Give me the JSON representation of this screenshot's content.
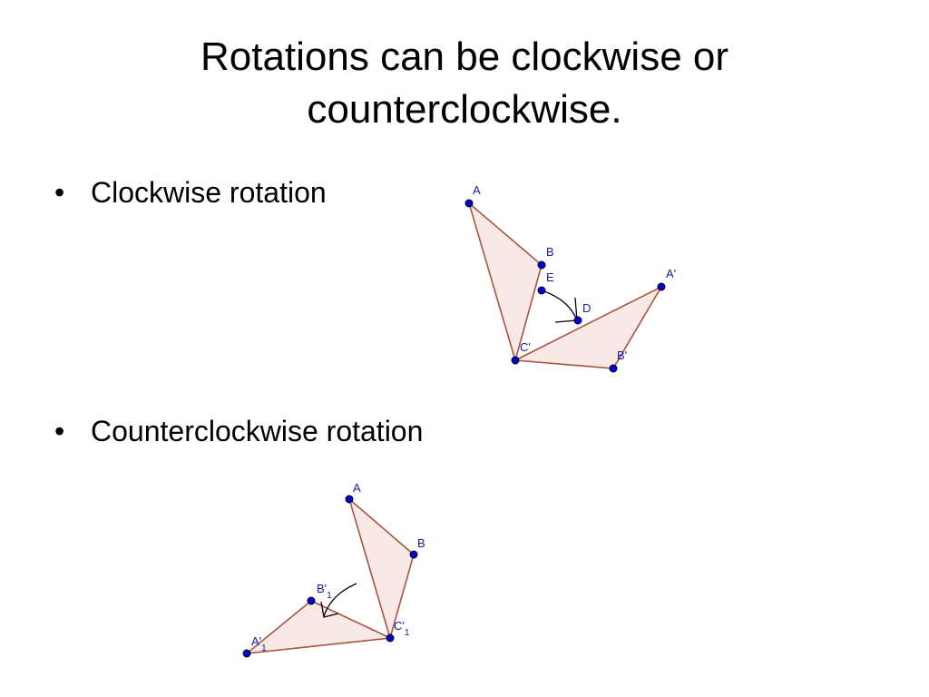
{
  "slide": {
    "title_line1": "Rotations can be clockwise or",
    "title_line2": "counterclockwise.",
    "bullets": [
      {
        "marker": "•",
        "text": "Clockwise rotation"
      },
      {
        "marker": "•",
        "text": "Counterclockwise rotation"
      }
    ]
  },
  "figure_clockwise": {
    "labels": {
      "A": "A",
      "B": "B",
      "E": "E",
      "D": "D",
      "A_prime": "A'",
      "B_prime": "B'",
      "C_prime": "C'"
    }
  },
  "figure_counterclockwise": {
    "labels": {
      "A": "A",
      "B": "B",
      "B_prime": "B'",
      "B_prime_sub": "1",
      "A_prime": "A'",
      "A_prime_sub": "1",
      "C_prime": "C'",
      "C_prime_sub": "1"
    }
  },
  "colors": {
    "triangle_fill": "#f8e9e6",
    "triangle_stroke": "#a9543c",
    "point": "#0000cc",
    "label": "#1a1aa6"
  }
}
